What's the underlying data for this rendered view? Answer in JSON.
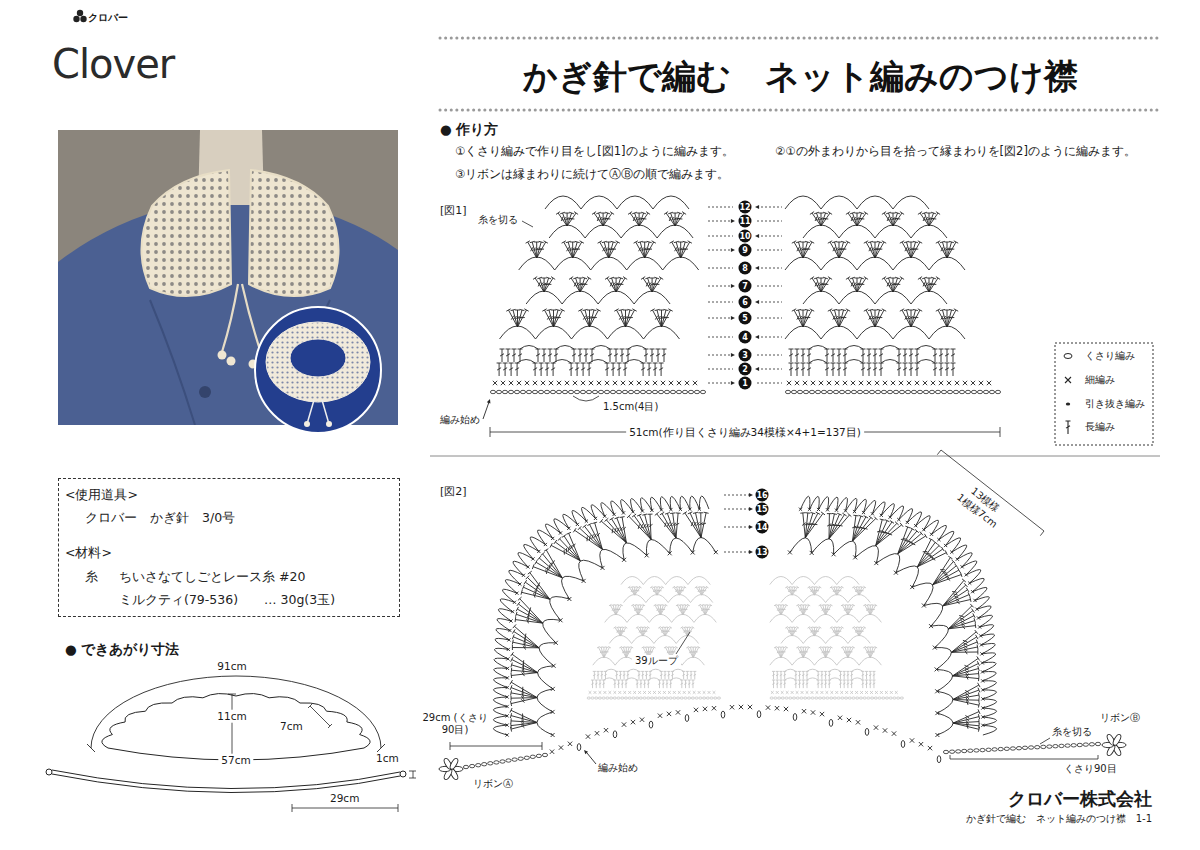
{
  "diagram": {
    "title": "かぎ針で編む　ネット編みのつけ襟",
    "nodes": [
      {
        "text": [
          "<使用道具>",
          "クロバー　かぎ針　3/0号",
          "<材料>",
          "糸",
          "ちいさなてしごとレース糸 #20",
          "ミルクティ(79-536)",
          "… 30g(3玉)"
        ]
      }
    ],
    "labels": [
      "クロバー",
      "Clover",
      "● 作り方",
      "①くさり編みで作り目をし[図1]のように編みます。",
      "②①の外まわりから目を拾って縁まわりを[図2]のように編みます。",
      "③リボンは縁まわりに続けてⒶⒷの順で編みます。",
      "[図1]",
      "糸を切る",
      "12",
      "11",
      "10",
      "9",
      "8",
      "7",
      "6",
      "5",
      "4",
      "3",
      "2",
      "1",
      "1.5cm(4目)",
      "編み始め",
      "51cm(作り目くさり編み34模様×4+1=137目)",
      "[図2]",
      "16",
      "15",
      "14",
      "13",
      "13模様",
      "1模様7cm",
      "39ループ",
      "29cm (くさり90目)",
      "編み始め",
      "リボンⒶ",
      "糸を切る",
      "リボンⒷ",
      "くさり90目",
      "● できあがり寸法",
      "91cm",
      "11cm",
      "7cm",
      "57cm",
      "29cm",
      "1cm",
      "クロバー株式会社",
      "かぎ針で編む　ネット編みのつけ襟　1-1"
    ],
    "legend": [
      {
        "text": "くさり編み"
      },
      {
        "text": "細編み"
      },
      {
        "text": "引き抜き編み"
      },
      {
        "text": "長編み"
      }
    ]
  }
}
